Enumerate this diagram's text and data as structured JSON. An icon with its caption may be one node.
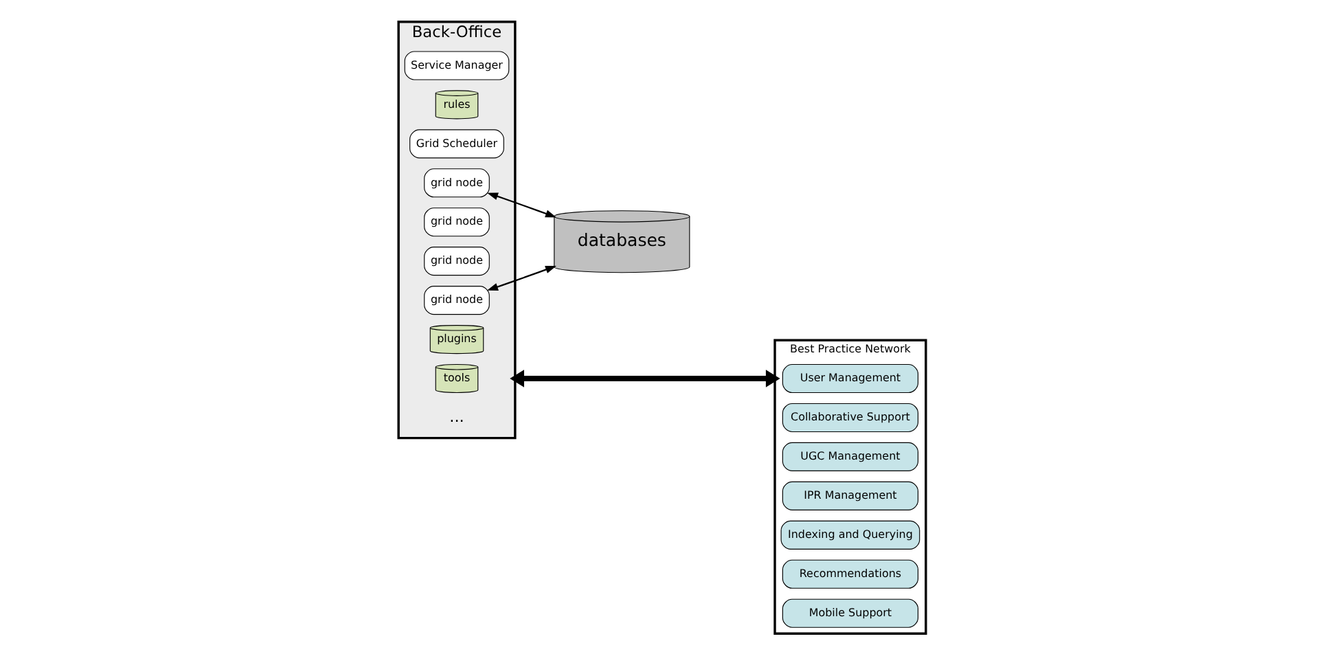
{
  "diagram": {
    "nodes": [
      {
        "text": [
          "Back-Office"
        ]
      },
      {
        "text": [
          "Service Manager"
        ],
        "in": 0
      },
      {
        "text": [
          "rules"
        ],
        "in": 0
      },
      {
        "text": [
          "Grid Scheduler"
        ],
        "in": 0
      },
      {
        "text": [
          "grid node"
        ],
        "in": 0
      },
      {
        "text": [
          "grid node"
        ],
        "in": 0
      },
      {
        "text": [
          "grid node"
        ],
        "in": 0
      },
      {
        "text": [
          "grid node"
        ],
        "in": 0
      },
      {
        "text": [
          "plugins"
        ],
        "in": 0
      },
      {
        "text": [
          "tools"
        ],
        "in": 0
      },
      {
        "text": [
          "databases"
        ]
      },
      {
        "text": [
          "Best Practice Network"
        ]
      },
      {
        "text": [
          "User Management"
        ],
        "in": 11
      },
      {
        "text": [
          "Collaborative Support"
        ],
        "in": 11
      },
      {
        "text": [
          "UGC Management"
        ],
        "in": 11
      },
      {
        "text": [
          "IPR Management"
        ],
        "in": 11
      },
      {
        "text": [
          "Indexing and Querying"
        ],
        "in": 11
      },
      {
        "text": [
          "Recommendations"
        ],
        "in": 11
      },
      {
        "text": [
          "Mobile Support"
        ],
        "in": 11
      }
    ],
    "edges": [
      {
        "from": 4,
        "to": 10,
        "arrow": "both"
      },
      {
        "from": 7,
        "to": 10,
        "arrow": "both"
      },
      {
        "from": 0,
        "to": 11,
        "arrow": "both",
        "style": "thick"
      }
    ],
    "labels": [
      "..."
    ]
  }
}
